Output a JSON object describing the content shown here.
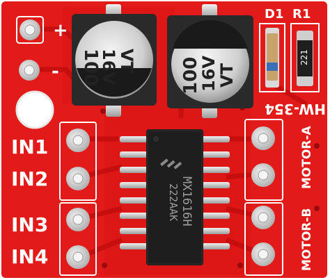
{
  "board": {
    "model": "HW-354",
    "pins": {
      "power_plus": "+",
      "power_minus": "-",
      "in1": "IN1",
      "in2": "IN2",
      "in3": "IN3",
      "in4": "IN4",
      "motor_a": "MOTOR-A",
      "motor_b": "MOTOR-B"
    },
    "ref": {
      "d1": "D1",
      "r1": "R1"
    },
    "resistor_marking": "221",
    "capacitors": [
      {
        "value": "100",
        "voltage": "16V",
        "series": "VT"
      },
      {
        "value": "100",
        "voltage": "16V",
        "series": "VT"
      }
    ],
    "chip": {
      "part": "MX1616H",
      "code": "222AAK"
    }
  },
  "colors": {
    "pcb": "#e31a1a",
    "pcb_dark": "#c81010",
    "silkscreen": "#ffffff",
    "chip": "#1e1e1e",
    "pad": "#d9d9d9"
  }
}
